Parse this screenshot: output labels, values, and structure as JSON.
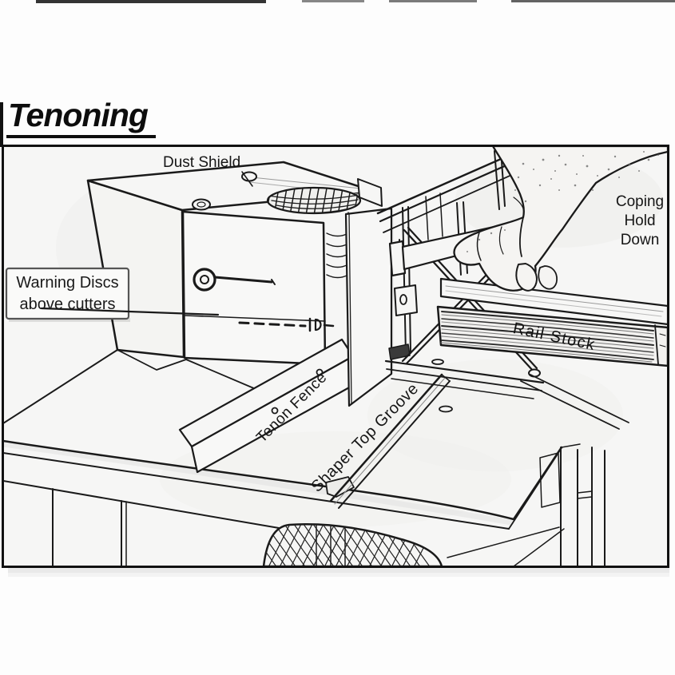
{
  "colors": {
    "ink": "#1a1a1a",
    "paper": "#f6f6f5",
    "page_background": "#fdfdfd"
  },
  "title": "Tenoning",
  "figure": {
    "description_labels": {
      "dust_shield": "Dust Shield",
      "coping_hold_down": [
        "Coping",
        "Hold",
        "Down"
      ],
      "warning": [
        "Warning Discs",
        "above cutters"
      ],
      "rail_stock": "Rail Stock",
      "tenon_fence": "Tenon Fence",
      "shaper_top_groove": "Shaper Top Groove"
    }
  }
}
